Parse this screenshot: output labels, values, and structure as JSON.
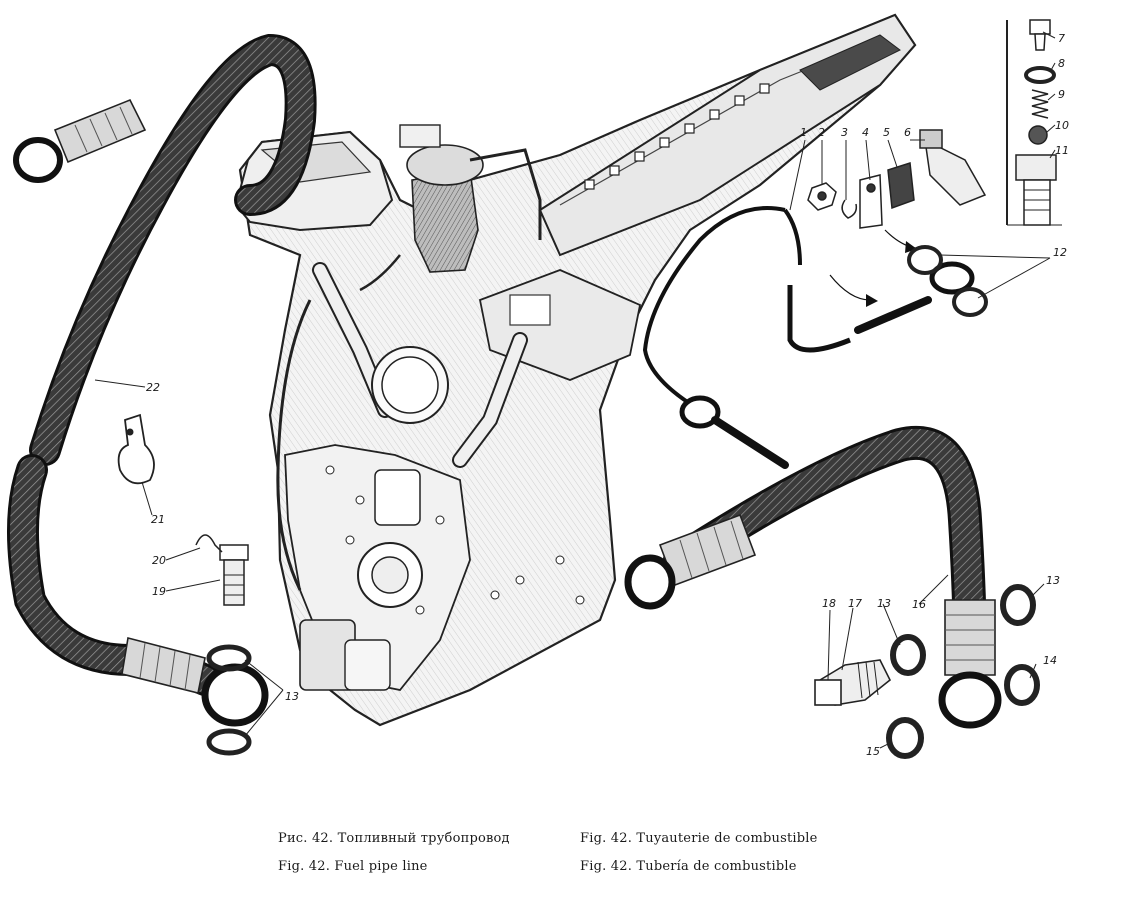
{
  "figure": {
    "caption_ru": "Рис. 42. Топливный трубопровод",
    "caption_en": "Fig. 42. Fuel pipe line",
    "caption_fr": "Fig. 42. Tuyauterie de combustible",
    "caption_es": "Fig. 42. Tubería de combustible"
  },
  "callouts": {
    "c1": "1",
    "c2": "2",
    "c3": "3",
    "c4": "4",
    "c5": "5",
    "c6": "6",
    "c7": "7",
    "c8": "8",
    "c9": "9",
    "c10": "10",
    "c11": "11",
    "c12": "12",
    "c13a": "13",
    "c13b": "13",
    "c13c": "13",
    "c14": "14",
    "c15": "15",
    "c16": "16",
    "c17": "17",
    "c18": "18",
    "c19": "19",
    "c20": "20",
    "c21": "21",
    "c22": "22"
  }
}
